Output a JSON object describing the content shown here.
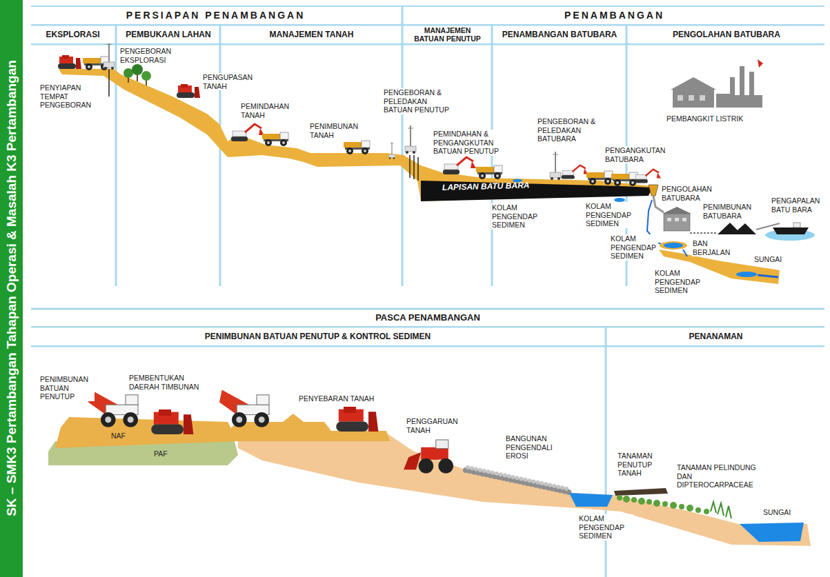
{
  "diagram": {
    "title": "SK – SMK3 Pertambangan Tahapan Operasi & Masalah K3 Pertambangan",
    "nodes": [
      {
        "text": [
          "PERSIAPAN PENAMBANGAN"
        ]
      },
      {
        "text": [
          "PENAMBANGAN"
        ]
      },
      {
        "text": [
          "EKSPLORASI"
        ]
      },
      {
        "text": [
          "PEMBUKAAN LAHAN"
        ]
      },
      {
        "text": [
          "MANAJEMEN TANAH"
        ]
      },
      {
        "text": [
          "MANAJEMEN BATUAN PENUTUP"
        ]
      },
      {
        "text": [
          "PENAMBANGAN BATUBARA"
        ]
      },
      {
        "text": [
          "PENGOLAHAN BATUBARA"
        ]
      },
      {
        "text": [
          "PASCA PENAMBANGAN"
        ]
      },
      {
        "text": [
          "PENIMBUNAN BATUAN PENUTUP & KONTROL SEDIMEN"
        ]
      },
      {
        "text": [
          "PENANAMAN"
        ]
      }
    ],
    "labels": [
      "PENYIAPAN TEMPAT PENGEBORAN",
      "PENGEBORAN EKSPLORASI",
      "PENGUPASAN TANAH",
      "PEMINDAHAN TANAH",
      "PENIMBUNAN TANAH",
      "PENGEBORAN & PELEDAKAN BATUAN PENUTUP",
      "PEMINDAHAN & PENGANGKUTAN BATUAN PENUTUP",
      "PENGEBORAN & PELEDAKAN BATUBARA",
      "PENGANGKUTAN BATUBARA",
      "PEMBANGKIT LISTRIK",
      "PENGOLAHAN BATUBARA",
      "PENIMBUNAN BATUBARA",
      "PENGAPALAN BATU BARA",
      "KOLAM PENGENDAP SEDIMEN",
      "KOLAM PENGENDAP SEDIMEN",
      "KOLAM PENGENDAP SEDIMEN",
      "BAN BERJALAN",
      "KOLAM PENGENDAP SEDIMEN",
      "SUNGAI",
      "LAPISAN BATU BARA",
      "PENIMBUNAN BATUAN PENUTUP",
      "PEMBENTUKAN DAERAH TIMBUNAN",
      "NAF",
      "PAF",
      "PENYEBARAN TANAH",
      "PENGGARUAN TANAH",
      "BANGUNAN PENGENDALI EROSI",
      "KOLAM PENGENDAP SEDIMEN",
      "TANAMAN PENUTUP TANAH",
      "TANAMAN PELINDUNG DAN DIPTEROCARPACEAE",
      "SUNGAI"
    ]
  }
}
